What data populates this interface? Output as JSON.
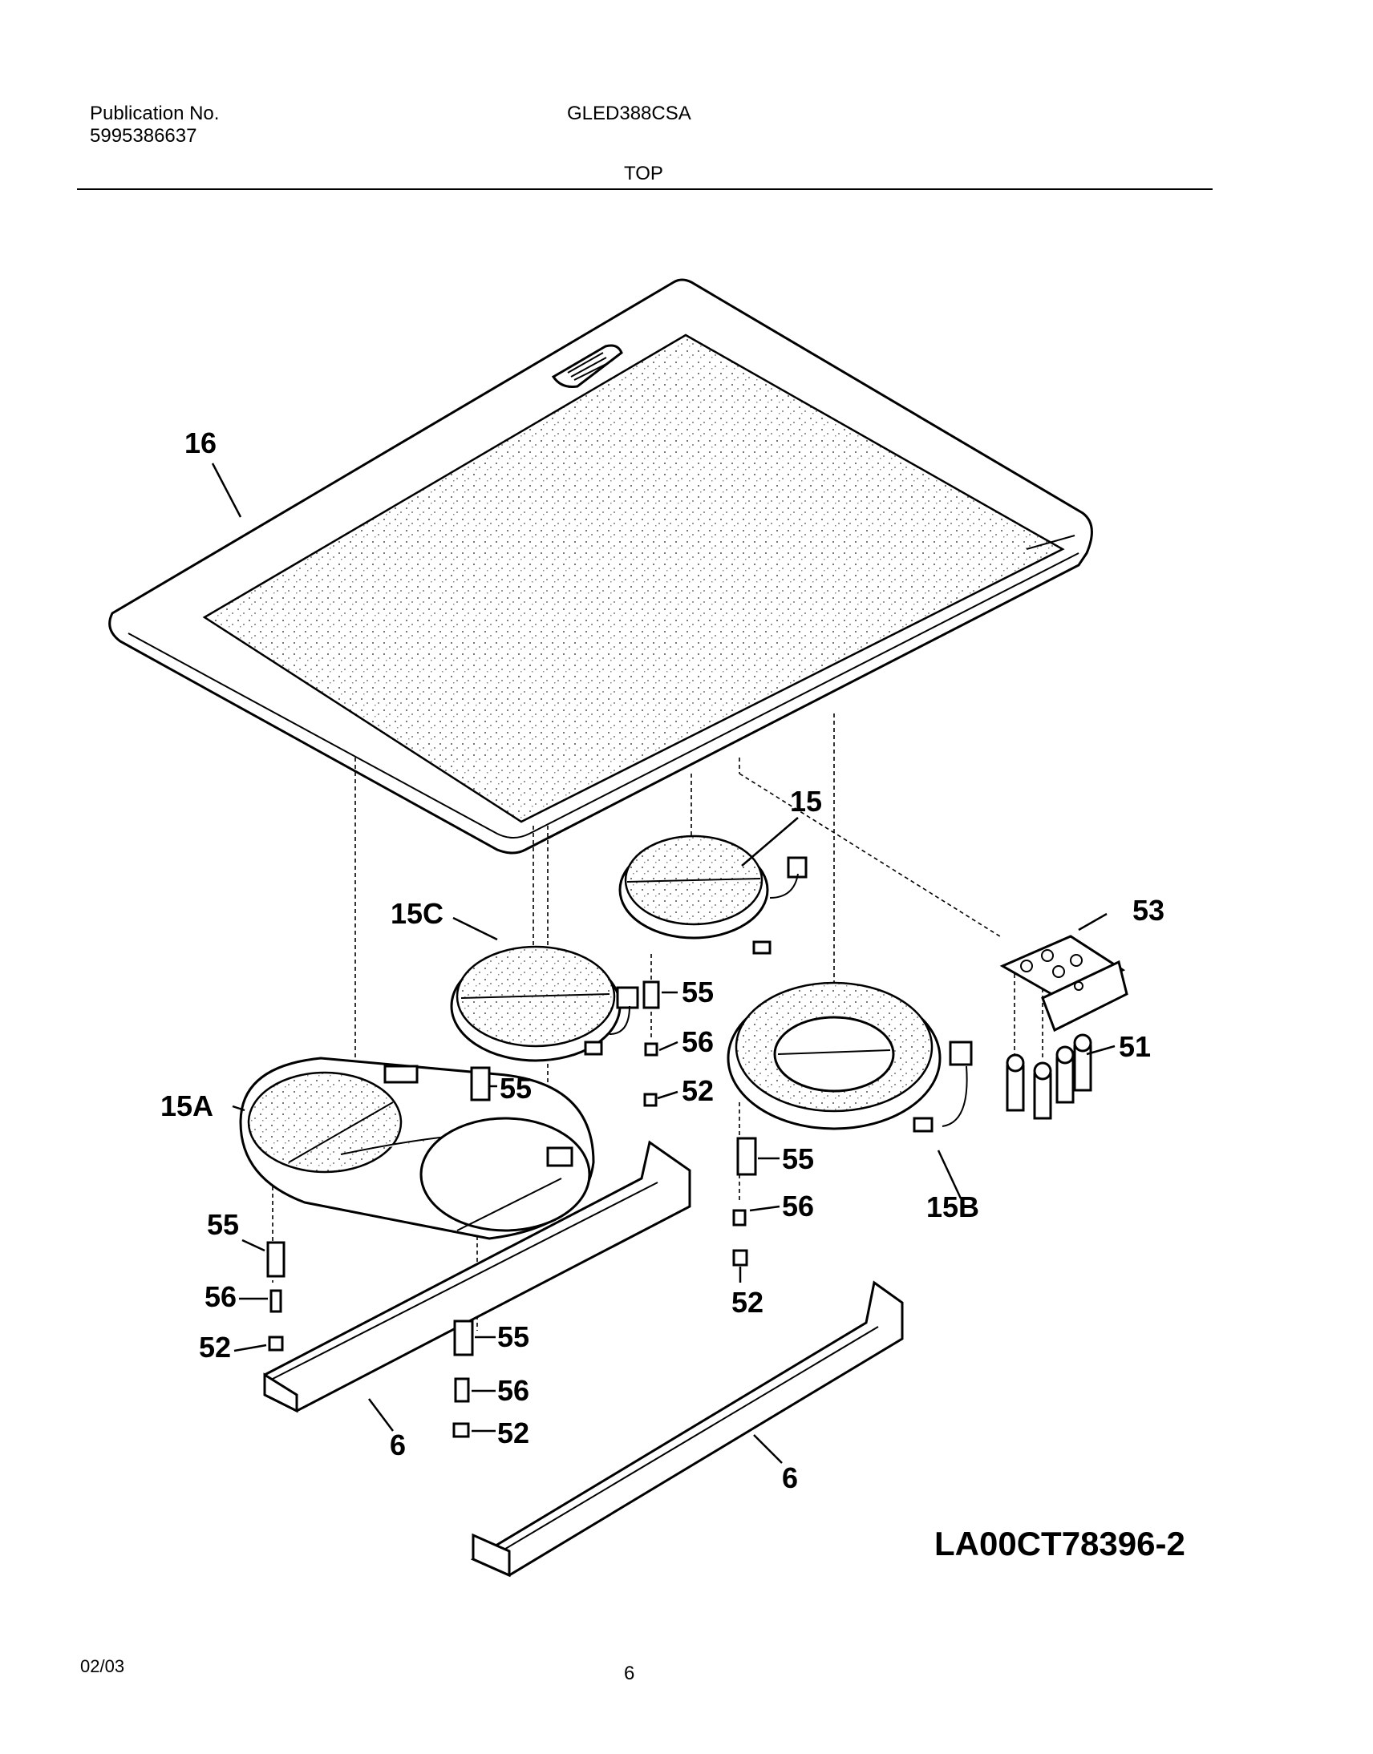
{
  "header": {
    "publication_label": "Publication No.",
    "publication_number": "5995386637",
    "model": "GLED388CSA",
    "section": "TOP"
  },
  "footer": {
    "date": "02/03",
    "page": "6"
  },
  "diagram": {
    "code": "LA00CT78396-2",
    "callouts": {
      "c16": "16",
      "c15": "15",
      "c15c": "15C",
      "c53": "53",
      "c55a": "55",
      "c56a": "56",
      "c52a": "52",
      "c51": "51",
      "c15a": "15A",
      "c55b": "55",
      "c55c": "55",
      "c56c": "56",
      "c15b": "15B",
      "c55d": "55",
      "c56d": "56",
      "c52d": "52",
      "c52c": "52",
      "c55e": "55",
      "c56e": "56",
      "c52e": "52",
      "c6a": "6",
      "c6b": "6"
    }
  }
}
